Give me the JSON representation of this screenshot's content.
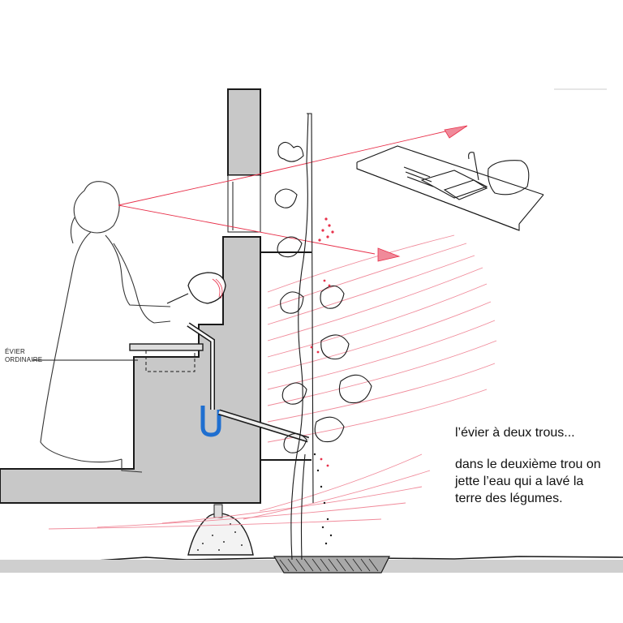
{
  "sink_label": {
    "line1": "ÉVIER",
    "line2": "ORDINAIRE"
  },
  "caption": {
    "title": "l’évier à deux trous...",
    "line1": "dans le deuxième trou on",
    "line2": "jette l’eau qui a lavé la",
    "line3": "terre des légumes."
  },
  "colors": {
    "wall_fill": "#c8c8c8",
    "sight_line": "#e8304a",
    "drain_pipe": "#1f6fd0",
    "ink": "#1a1a1a",
    "soil_fill": "#b9b9b9"
  }
}
